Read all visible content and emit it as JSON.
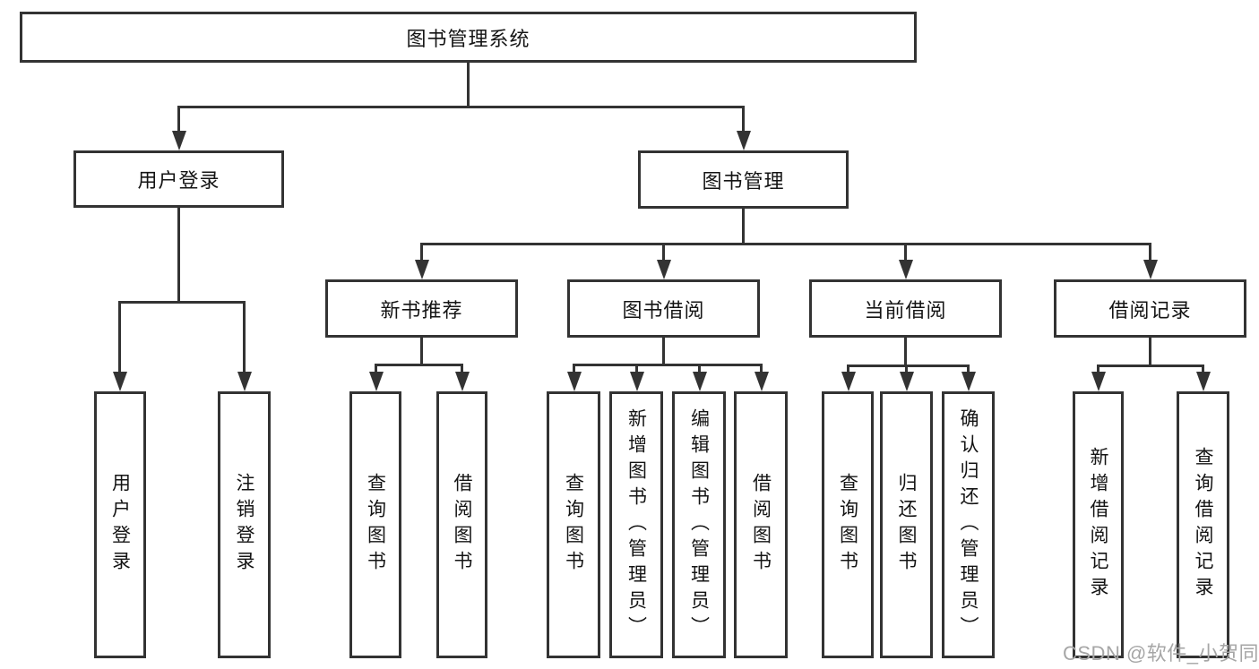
{
  "tree": {
    "root": {
      "label": "图书管理系统"
    },
    "branches": [
      {
        "label": "用户登录",
        "children": [
          {
            "label": "用户登录"
          },
          {
            "label": "注销登录"
          }
        ]
      },
      {
        "label": "图书管理",
        "children": [
          {
            "label": "新书推荐",
            "children": [
              {
                "label": "查询图书"
              },
              {
                "label": "借阅图书"
              }
            ]
          },
          {
            "label": "图书借阅",
            "children": [
              {
                "label": "查询图书"
              },
              {
                "label": "新增图书（管理员）"
              },
              {
                "label": "编辑图书（管理员）"
              },
              {
                "label": "借阅图书"
              }
            ]
          },
          {
            "label": "当前借阅",
            "children": [
              {
                "label": "查询图书"
              },
              {
                "label": "归还图书"
              },
              {
                "label": "确认归还（管理员）"
              }
            ]
          },
          {
            "label": "借阅记录",
            "children": [
              {
                "label": "新增借阅记录"
              },
              {
                "label": "查询借阅记录"
              }
            ]
          }
        ]
      }
    ]
  },
  "watermark": {
    "text": "CSDN @软件_小贺同学",
    "color": "#a6a6a6"
  },
  "colors": {
    "line": "#333333",
    "text": "#141414",
    "background": "#ffffff"
  }
}
